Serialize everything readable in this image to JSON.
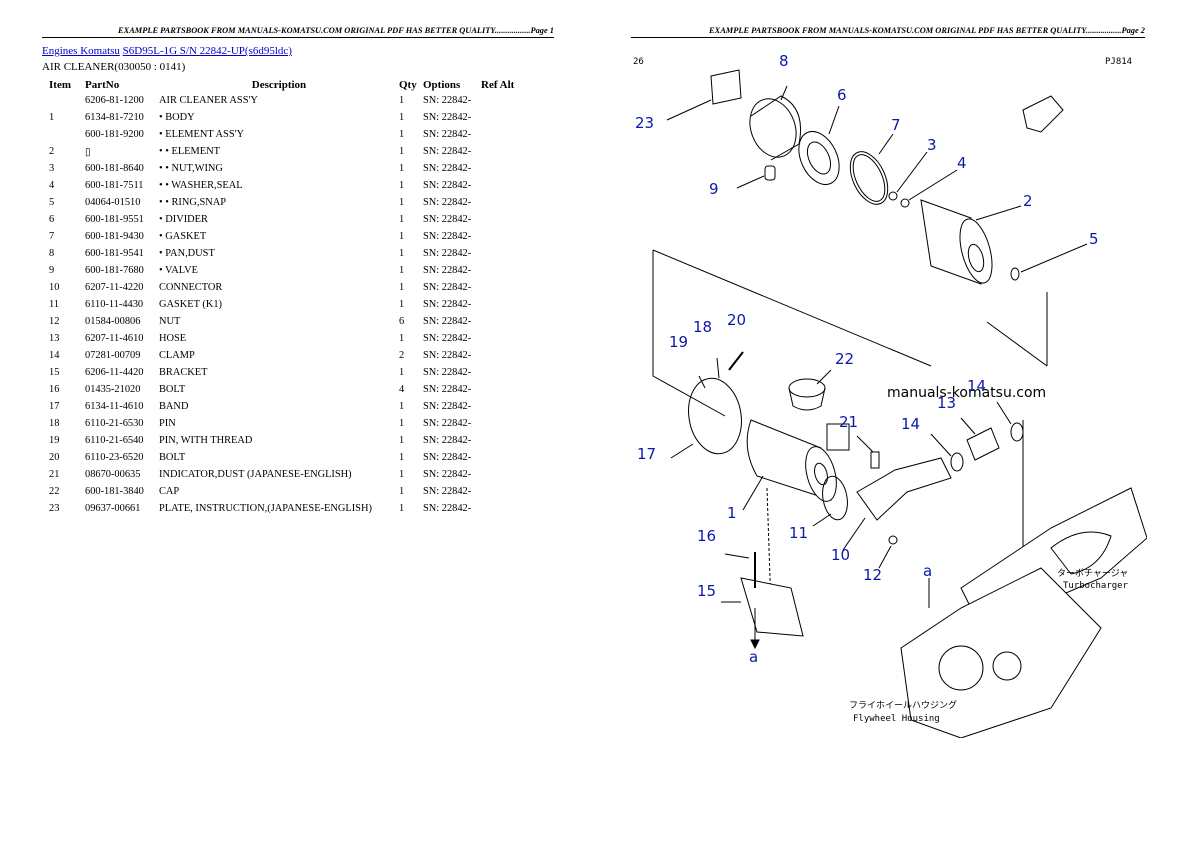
{
  "header_left": "EXAMPLE PARTSBOOK FROM MANUALS-KOMATSU.COM ORIGINAL PDF HAS BETTER QUALITY.................Page 1",
  "header_right": "EXAMPLE PARTSBOOK FROM MANUALS-KOMATSU.COM ORIGINAL PDF HAS BETTER QUALITY.................Page 2",
  "breadcrumb": {
    "link1": "Engines Komatsu",
    "link2": "S6D95L-1G S/N 22842-UP(s6d95ldc)"
  },
  "subtitle": "AIR CLEANER(030050 : 0141)",
  "columns": [
    "Item",
    "PartNo",
    "Description",
    "Qty",
    "Options",
    "Ref Alt"
  ],
  "rows": [
    {
      "item": "",
      "part": "6206-81-1200",
      "desc": "AIR CLEANER ASS'Y",
      "qty": "1",
      "opt": "SN: 22842-"
    },
    {
      "item": "1",
      "part": "6134-81-7210",
      "desc": "• BODY",
      "qty": "1",
      "opt": "SN: 22842-"
    },
    {
      "item": "",
      "part": "600-181-9200",
      "desc": "• ELEMENT ASS'Y",
      "qty": "1",
      "opt": "SN: 22842-"
    },
    {
      "item": "2",
      "part": "▯",
      "desc": "• • ELEMENT",
      "qty": "1",
      "opt": "SN: 22842-"
    },
    {
      "item": "3",
      "part": "600-181-8640",
      "desc": "• • NUT,WING",
      "qty": "1",
      "opt": "SN: 22842-"
    },
    {
      "item": "4",
      "part": "600-181-7511",
      "desc": "• • WASHER,SEAL",
      "qty": "1",
      "opt": "SN: 22842-"
    },
    {
      "item": "5",
      "part": "04064-01510",
      "desc": "• • RING,SNAP",
      "qty": "1",
      "opt": "SN: 22842-"
    },
    {
      "item": "6",
      "part": "600-181-9551",
      "desc": "• DIVIDER",
      "qty": "1",
      "opt": "SN: 22842-"
    },
    {
      "item": "7",
      "part": "600-181-9430",
      "desc": "• GASKET",
      "qty": "1",
      "opt": "SN: 22842-"
    },
    {
      "item": "8",
      "part": "600-181-9541",
      "desc": "• PAN,DUST",
      "qty": "1",
      "opt": "SN: 22842-"
    },
    {
      "item": "9",
      "part": "600-181-7680",
      "desc": "• VALVE",
      "qty": "1",
      "opt": "SN: 22842-"
    },
    {
      "item": "10",
      "part": "6207-11-4220",
      "desc": "CONNECTOR",
      "qty": "1",
      "opt": "SN: 22842-"
    },
    {
      "item": "11",
      "part": "6110-11-4430",
      "desc": "GASKET (K1)",
      "qty": "1",
      "opt": "SN: 22842-"
    },
    {
      "item": "12",
      "part": "01584-00806",
      "desc": "NUT",
      "qty": "6",
      "opt": "SN: 22842-"
    },
    {
      "item": "13",
      "part": "6207-11-4610",
      "desc": "HOSE",
      "qty": "1",
      "opt": "SN: 22842-"
    },
    {
      "item": "14",
      "part": "07281-00709",
      "desc": "CLAMP",
      "qty": "2",
      "opt": "SN: 22842-"
    },
    {
      "item": "15",
      "part": "6206-11-4420",
      "desc": "BRACKET",
      "qty": "1",
      "opt": "SN: 22842-"
    },
    {
      "item": "16",
      "part": "01435-21020",
      "desc": "BOLT",
      "qty": "4",
      "opt": "SN: 22842-"
    },
    {
      "item": "17",
      "part": "6134-11-4610",
      "desc": "BAND",
      "qty": "1",
      "opt": "SN: 22842-"
    },
    {
      "item": "18",
      "part": "6110-21-6530",
      "desc": "PIN",
      "qty": "1",
      "opt": "SN: 22842-"
    },
    {
      "item": "19",
      "part": "6110-21-6540",
      "desc": "PIN, WITH THREAD",
      "qty": "1",
      "opt": "SN: 22842-"
    },
    {
      "item": "20",
      "part": "6110-23-6520",
      "desc": "BOLT",
      "qty": "1",
      "opt": "SN: 22842-"
    },
    {
      "item": "21",
      "part": "08670-00635",
      "desc": "INDICATOR,DUST (JAPANESE-ENGLISH)",
      "qty": "1",
      "opt": "SN: 22842-"
    },
    {
      "item": "22",
      "part": "600-181-3840",
      "desc": "CAP",
      "qty": "1",
      "opt": "SN: 22842-"
    },
    {
      "item": "23",
      "part": "09637-00661",
      "desc": "PLATE, INSTRUCTION,(JAPANESE-ENGLISH)",
      "qty": "1",
      "opt": "SN: 22842-"
    }
  ],
  "diagram": {
    "corner_left": "26",
    "corner_right": "PJ814",
    "watermark": "manuals-komatsu.com",
    "turbo_jp": "ターボチャージャ",
    "turbo_en": "Turbocharger",
    "flywheel_jp": "フライホイールハウジング",
    "flywheel_en": "Flywheel Housing",
    "ref_a": "a",
    "ref_a2": "a",
    "callouts": [
      "8",
      "6",
      "7",
      "3",
      "4",
      "2",
      "5",
      "23",
      "9",
      "19",
      "18",
      "20",
      "22",
      "21",
      "14",
      "13",
      "14",
      "17",
      "1",
      "11",
      "10",
      "12",
      "16",
      "15"
    ]
  }
}
